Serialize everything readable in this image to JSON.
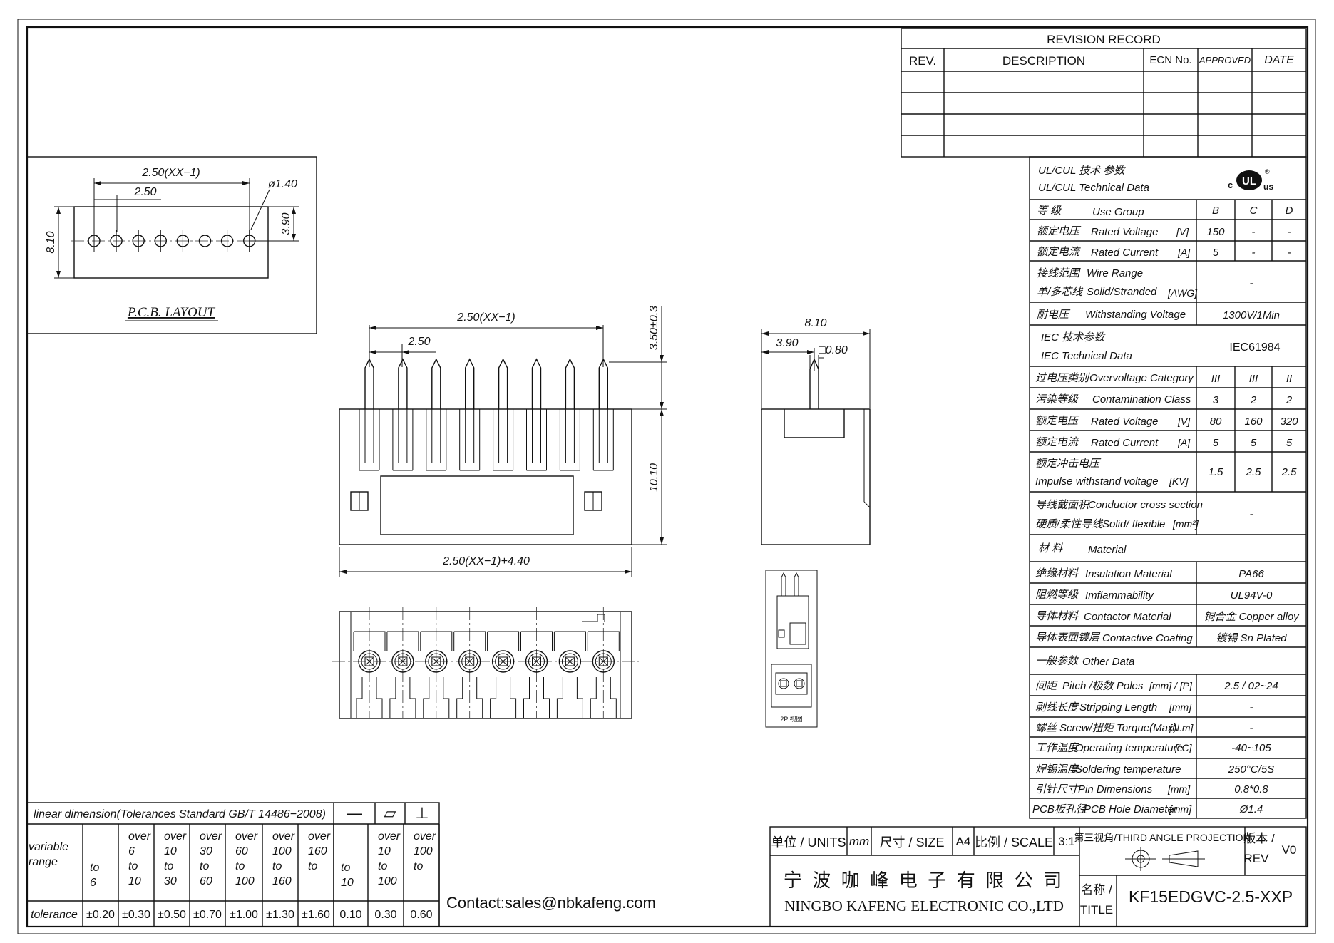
{
  "revision": {
    "title": "REVISION   RECORD",
    "headers": [
      "REV.",
      "DESCRIPTION",
      "ECN No.",
      "APPROVED",
      "DATE"
    ]
  },
  "ul": {
    "title_cn": "UL/CUL   技术 参数",
    "title_en": "UL/CUL     Technical Data",
    "mark": "c UL us",
    "rows": [
      {
        "cn": "等 级",
        "en": "Use Group",
        "unit": "",
        "b": "B",
        "c": "C",
        "d": "D"
      },
      {
        "cn": "额定电压",
        "en": "Rated Voltage",
        "unit": "[V]",
        "b": "150",
        "c": "-",
        "d": "-"
      },
      {
        "cn": "额定电流",
        "en": "Rated Current",
        "unit": "[A]",
        "b": "5",
        "c": "-",
        "d": "-"
      }
    ],
    "wire_cn1": "接线范围",
    "wire_en1": "Wire Range",
    "wire_cn2": "单/多芯线",
    "wire_en2": "Solid/Stranded",
    "wire_unit": "[AWG]",
    "wire_val": "-",
    "withstand_cn": "耐电压",
    "withstand_en": "Withstanding Voltage",
    "withstand_val": "1300V/1Min"
  },
  "iec": {
    "title_cn": "IEC  技术参数",
    "title_en": "IEC   Technical Data",
    "standard": "IEC61984",
    "rows": [
      {
        "cn": "过电压类别",
        "en": "Overvoltage Category",
        "unit": "",
        "v1": "III",
        "v2": "III",
        "v3": "II"
      },
      {
        "cn": "污染等级",
        "en": "Contamination Class",
        "unit": "",
        "v1": "3",
        "v2": "2",
        "v3": "2"
      },
      {
        "cn": "额定电压",
        "en": "Rated Voltage",
        "unit": "[V]",
        "v1": "80",
        "v2": "160",
        "v3": "320"
      },
      {
        "cn": "额定电流",
        "en": "Rated Current",
        "unit": "[A]",
        "v1": "5",
        "v2": "5",
        "v3": "5"
      }
    ],
    "impulse_cn": "额定冲击电压",
    "impulse_en": "Impulse withstand voltage",
    "impulse_unit": "[KV]",
    "impulse_v1": "1.5",
    "impulse_v2": "2.5",
    "impulse_v3": "2.5",
    "cond_cn1": "导线截面积",
    "cond_en1": "Conductor cross section",
    "cond_cn2": "硬质/柔性导线",
    "cond_en2": "Solid/ flexible",
    "cond_unit": "[mm²]",
    "cond_val": "-"
  },
  "material": {
    "title_cn": "材 料",
    "title_en": "Material",
    "rows": [
      {
        "cn": "绝缘材料",
        "en": "Insulation Material",
        "val": "PA66"
      },
      {
        "cn": "阻燃等级",
        "en": "Imflammability",
        "val": "UL94V-0"
      },
      {
        "cn": "导体材料",
        "en": "Contactor Material",
        "val": "铜合金 Copper alloy"
      },
      {
        "cn": "导体表面镀层",
        "en": "Contactive Coating",
        "val": "镀锡 Sn Plated"
      }
    ]
  },
  "other": {
    "title_cn": "一般参数",
    "title_en": "Other Data",
    "rows": [
      {
        "cn": "间距",
        "en": "Pitch /极数  Poles",
        "unit": "[mm] / [P]",
        "val": "2.5 / 02~24"
      },
      {
        "cn": "剥线长度",
        "en": "Stripping Length",
        "unit": "[mm]",
        "val": "-"
      },
      {
        "cn": "螺丝",
        "en": "Screw/扭矩  Torque(Max)",
        "unit": "[N.m]",
        "val": "-"
      },
      {
        "cn": "工作温度",
        "en": "Operating temperature",
        "unit": "[°C]",
        "val": "-40~105"
      },
      {
        "cn": "焊锡温度",
        "en": "Soldering temperature",
        "unit": "",
        "val": "250°C/5S"
      },
      {
        "cn": "引针尺寸",
        "en": "Pin Dimensions",
        "unit": "[mm]",
        "val": "0.8*0.8"
      },
      {
        "cn": "PCB板孔径",
        "en": "PCB Hole Diameter",
        "unit": "[mm]",
        "val": "Ø1.4"
      }
    ]
  },
  "pcb": {
    "label": "P.C.B.  LAYOUT",
    "dim_total": "2.50(XX−1)",
    "dim_pitch": "2.50",
    "dim_hole": "ø1.40",
    "dim_h": "8.10",
    "dim_v": "3.90",
    "holes": 8
  },
  "front": {
    "dim_top": "2.50(XX−1)",
    "dim_pitch": "2.50",
    "dim_pin": "3.50±0.3",
    "dim_height": "10.10",
    "dim_bottom": "2.50(XX−1)+4.40",
    "pins": 8
  },
  "side": {
    "dim_w": "8.10",
    "dim_offset": "3.90",
    "dim_pin": "□0.80"
  },
  "small": {
    "label": "2P 视图"
  },
  "tolerance": {
    "title": "linear  dimension(Tolerances  Standard  GB/T  14486−2008)",
    "symbols": [
      "—",
      "▱",
      "⊥"
    ],
    "range_label": "variable range",
    "tol_label": "tolerance",
    "ranges": [
      [
        "to",
        "6"
      ],
      [
        "over",
        "6",
        "to",
        "10"
      ],
      [
        "over",
        "10",
        "to",
        "30"
      ],
      [
        "over",
        "30",
        "to",
        "60"
      ],
      [
        "over",
        "60",
        "to",
        "100"
      ],
      [
        "over",
        "100",
        "to",
        "160"
      ],
      [
        "over",
        "160",
        "to"
      ],
      [
        "to",
        "10"
      ],
      [
        "over",
        "10",
        "to",
        "100"
      ],
      [
        "over",
        "100",
        "to"
      ]
    ],
    "values": [
      "±0.20",
      "±0.30",
      "±0.50",
      "±0.70",
      "±1.00",
      "±1.30",
      "±1.60",
      "0.10",
      "0.30",
      "0.60"
    ]
  },
  "contact": "Contact:sales@nbkafeng.com",
  "titleblock": {
    "units_label": "单位 / UNITS",
    "units": "mm",
    "size_label": "尺寸 / SIZE",
    "size": "A4",
    "scale_label": "比例 / SCALE",
    "scale": "3:1",
    "projection": "第三视角/THIRD ANGLE PROJECTION",
    "rev_label1": "版本 /",
    "rev_label2": "REV",
    "rev": "V0",
    "company_cn": "宁 波 咖 峰 电 子 有 限 公 司",
    "company_en": "NINGBO KAFENG ELECTRONIC CO.,LTD",
    "title_label1": "名称 /",
    "title_label2": "TITLE",
    "title": "KF15EDGVC-2.5-XXP"
  }
}
